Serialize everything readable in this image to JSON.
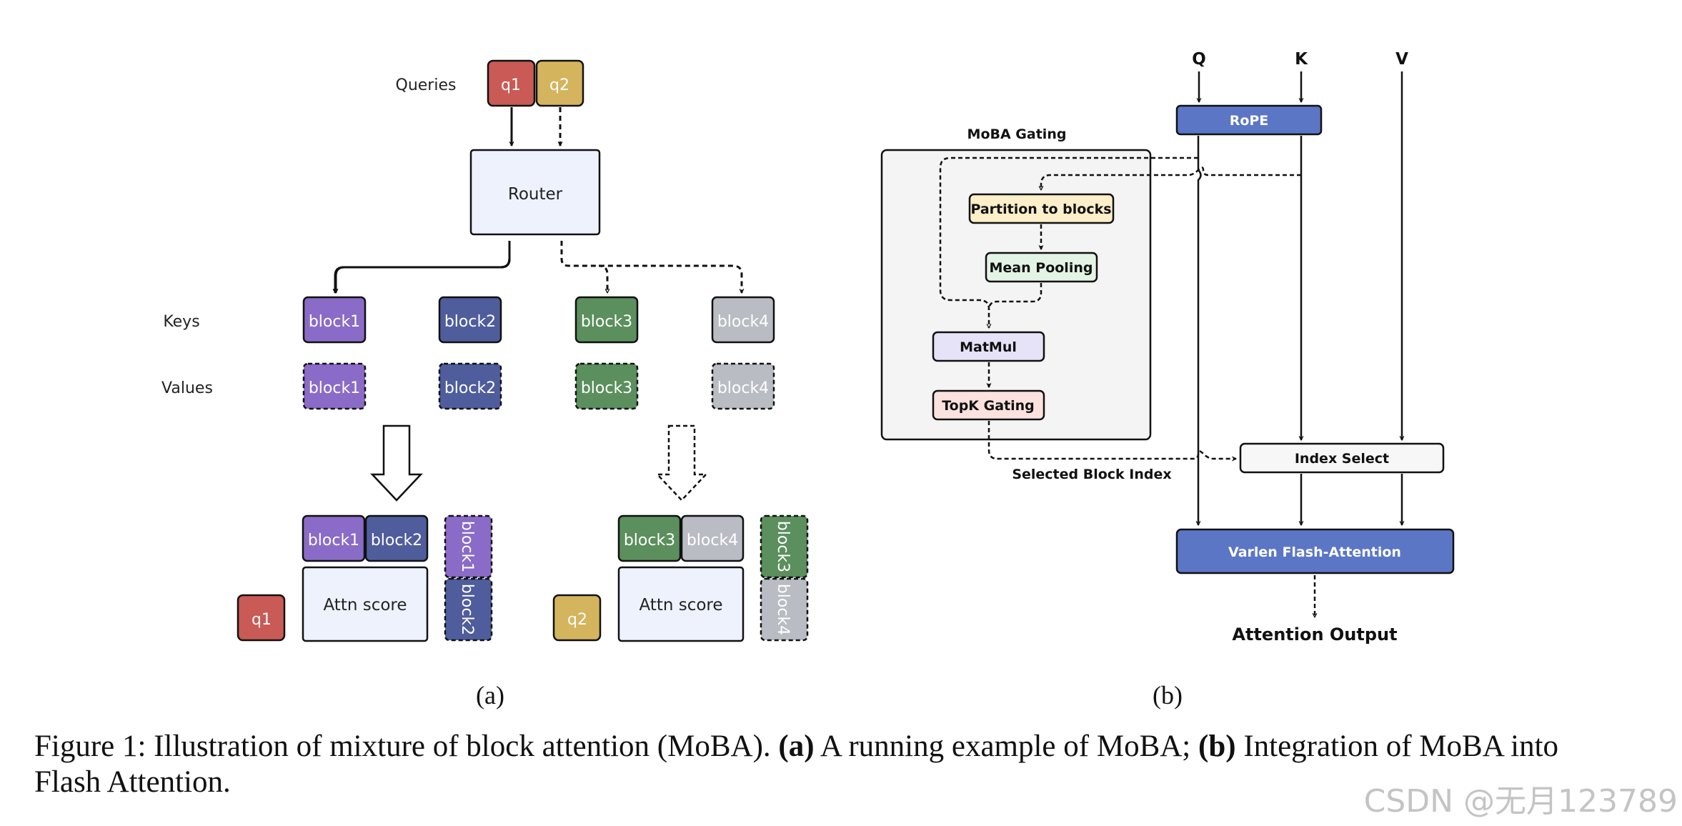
{
  "panel_a": {
    "queries_label": "Queries",
    "keys_label": "Keys",
    "values_label": "Values",
    "router_label": "Router",
    "q1": "q1",
    "q2": "q2",
    "block1": "block1",
    "block2": "block2",
    "block3": "block3",
    "block4": "block4",
    "attn_score": "Attn score",
    "sublabel": "(a)"
  },
  "panel_b": {
    "q": "Q",
    "k": "K",
    "v": "V",
    "rope": "RoPE",
    "gating_title": "MoBA Gating",
    "partition": "Partition to blocks",
    "mean_pooling": "Mean Pooling",
    "matmul": "MatMul",
    "topk": "TopK Gating",
    "selected_index": "Selected Block Index",
    "index_select": "Index Select",
    "varlen": "Varlen Flash-Attention",
    "output": "Attention Output",
    "sublabel": "(b)"
  },
  "caption": {
    "prefix": "Figure 1:  Illustration of mixture of block attention (MoBA).",
    "a_tag": "(a)",
    "a_text": "A running example of MoBA;",
    "b_tag": "(b)",
    "b_text": "Integration of MoBA into Flash Attention."
  },
  "watermark": "CSDN @无月123789",
  "colors": {
    "q1": "#c95a55",
    "q2": "#d5b45e",
    "block1": "#8a6bc7",
    "block2": "#4f5d9c",
    "block3": "#5b8f5d",
    "block4": "#b9bcc2",
    "router_fill": "#eef2fd",
    "rope": "#5b76c5",
    "partition": "#fcefc9",
    "mean_pooling": "#e3f3e4",
    "matmul": "#e6e2f8",
    "topk": "#fbe2df",
    "gating_bg": "#f4f4f4"
  }
}
